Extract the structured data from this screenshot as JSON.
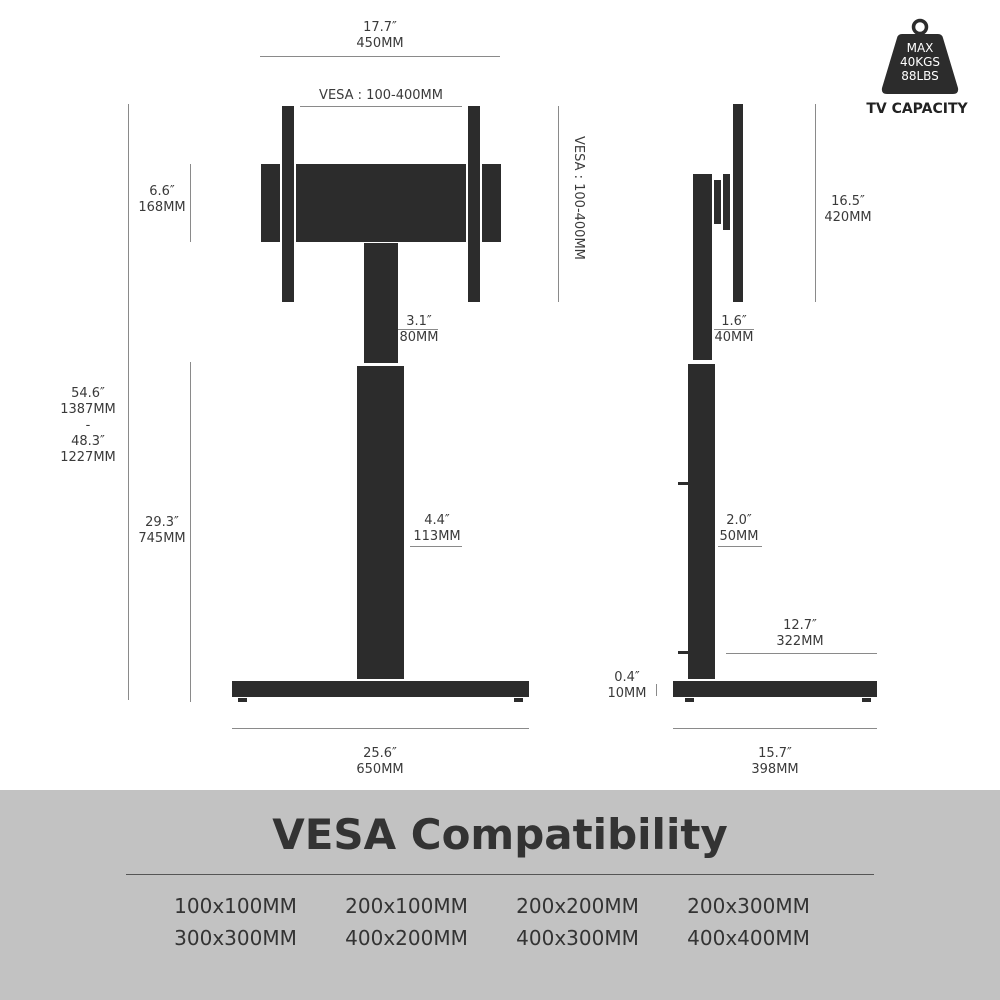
{
  "front": {
    "width_top": [
      "17.7″",
      "450MM"
    ],
    "vesa_horizontal": "VESA : 100-400MM",
    "vesa_vertical": "VESA : 100-400MM",
    "bracket_height": [
      "6.6″",
      "168MM"
    ],
    "column_upper": [
      "3.1″",
      "80MM"
    ],
    "total_height": [
      "54.6″",
      "1387MM",
      "-",
      "48.3″",
      "1227MM"
    ],
    "lower_height": [
      "29.3″",
      "745MM"
    ],
    "column_lower": [
      "4.4″",
      "113MM"
    ],
    "base_width": [
      "25.6″",
      "650MM"
    ]
  },
  "side": {
    "mount_height": [
      "16.5″",
      "420MM"
    ],
    "column_upper": [
      "1.6″",
      "40MM"
    ],
    "column_lower": [
      "2.0″",
      "50MM"
    ],
    "base_offset": [
      "12.7″",
      "322MM"
    ],
    "base_thickness": [
      "0.4″",
      "10MM"
    ],
    "base_depth": [
      "15.7″",
      "398MM"
    ]
  },
  "capacity": {
    "badge": [
      "MAX",
      "40KGS",
      "88LBS"
    ],
    "label": "TV CAPACITY"
  },
  "vesa": {
    "title": "VESA Compatibility",
    "sizes": [
      "100x100MM",
      "200x100MM",
      "200x200MM",
      "200x300MM",
      "300x300MM",
      "400x200MM",
      "400x300MM",
      "400x400MM"
    ]
  },
  "colors": {
    "drawing": "#2c2c2c",
    "panel": "#c2c2c2"
  }
}
